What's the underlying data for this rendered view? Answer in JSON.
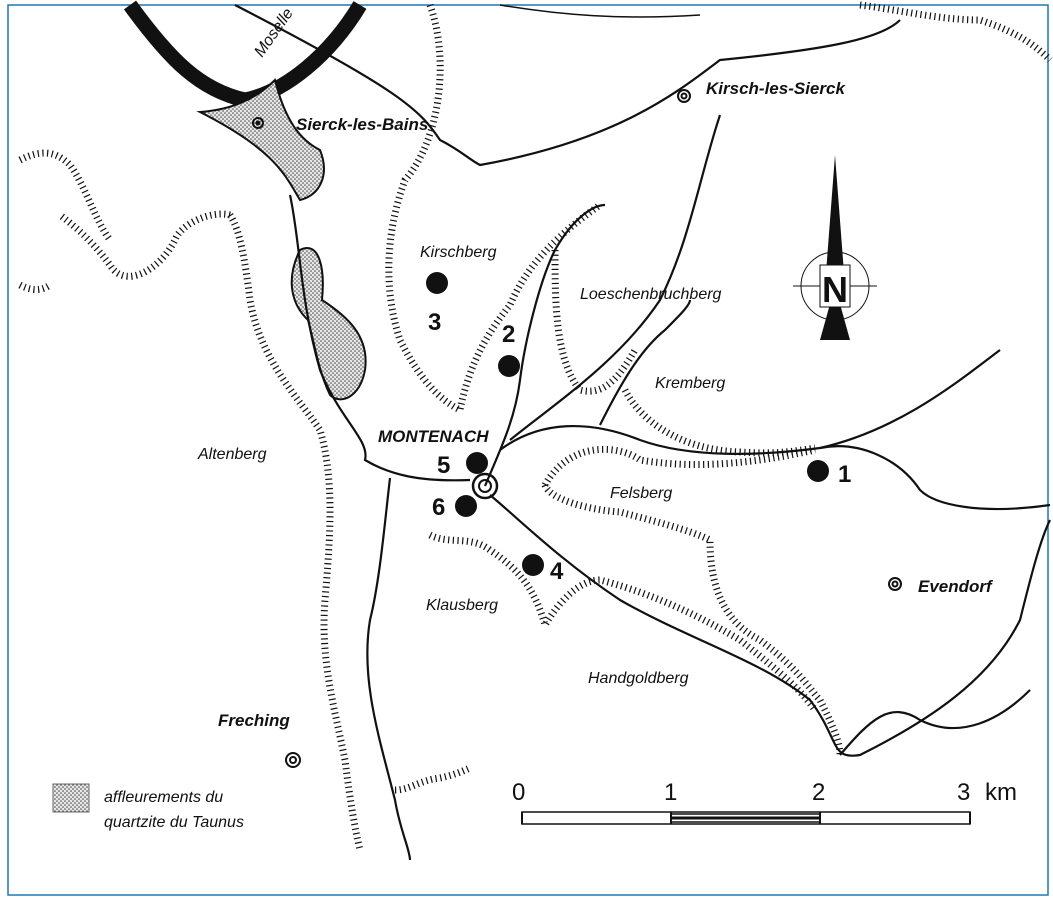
{
  "map": {
    "river": "Moselle",
    "towns": [
      {
        "id": "sierck",
        "label": "Sierck-les-Bains"
      },
      {
        "id": "kirsch",
        "label": "Kirsch-les-Sierck"
      },
      {
        "id": "montenach",
        "label": "MONTENACH"
      },
      {
        "id": "evendorf",
        "label": "Evendorf"
      },
      {
        "id": "freching",
        "label": "Freching"
      }
    ],
    "hills": [
      {
        "id": "kirschberg",
        "label": "Kirschberg"
      },
      {
        "id": "loeschenbruchberg",
        "label": "Loeschenbruchberg"
      },
      {
        "id": "kremberg",
        "label": "Kremberg"
      },
      {
        "id": "altenberg",
        "label": "Altenberg"
      },
      {
        "id": "felsberg",
        "label": "Felsberg"
      },
      {
        "id": "klausberg",
        "label": "Klausberg"
      },
      {
        "id": "handgoldberg",
        "label": "Handgoldberg"
      }
    ],
    "sites": [
      {
        "id": "site-1",
        "label": "1"
      },
      {
        "id": "site-2",
        "label": "2"
      },
      {
        "id": "site-3",
        "label": "3"
      },
      {
        "id": "site-4",
        "label": "4"
      },
      {
        "id": "site-5",
        "label": "5"
      },
      {
        "id": "site-6",
        "label": "6"
      }
    ],
    "north_symbol": "N",
    "scale": {
      "ticks": [
        "0",
        "1",
        "2",
        "3"
      ],
      "unit": "km"
    },
    "legend": {
      "line1": "affleurements du",
      "line2": "quartzite du Taunus"
    }
  }
}
